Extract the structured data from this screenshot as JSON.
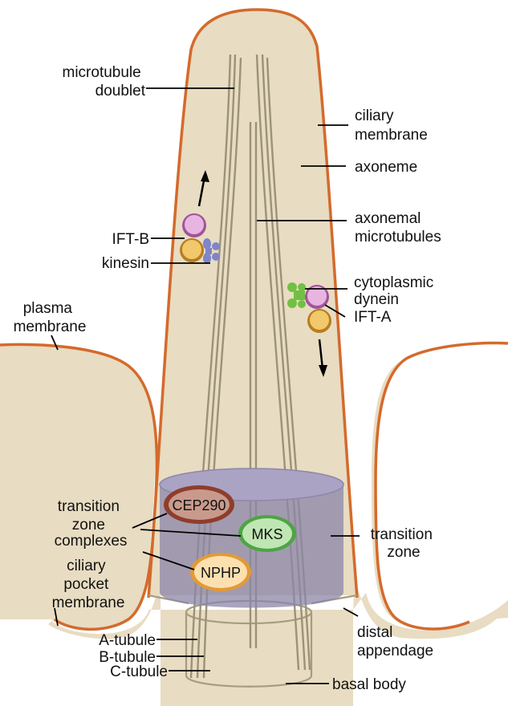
{
  "colors": {
    "cell_fill": "#e8dcc2",
    "membrane": "#d46a2c",
    "microtubule": "#9b9378",
    "transition_zone": "#8b85a8",
    "ift_b": "#d98fd1",
    "ift_a": "#d98fd1",
    "motor_core": "#e0a847",
    "kinesin": "#7f85c9",
    "dynein": "#72c043",
    "cep290": "#8f3d2c",
    "mks": "#8ed27c",
    "nphp": "#f6bf67"
  },
  "labels": {
    "microtubule_doublet": [
      "microtubule",
      "doublet"
    ],
    "ciliary_membrane": [
      "ciliary",
      "membrane"
    ],
    "axoneme": "axoneme",
    "axonemal_microtubules": [
      "axonemal",
      "microtubules"
    ],
    "ift_b": "IFT-B",
    "kinesin": "kinesin",
    "cytoplasmic_dynein": [
      "cytoplasmic",
      "dynein"
    ],
    "ift_a": "IFT-A",
    "plasma_membrane": [
      "plasma",
      "membrane"
    ],
    "transition_zone_complexes": [
      "transition",
      "zone",
      "complexes"
    ],
    "transition_zone": [
      "transition",
      "zone"
    ],
    "ciliary_pocket_membrane": [
      "ciliary",
      "pocket",
      "membrane"
    ],
    "distal_appendage": [
      "distal",
      "appendage"
    ],
    "a_tubule": "A-tubule",
    "b_tubule": "B-tubule",
    "c_tubule": "C-tubule",
    "basal_body": "basal body"
  },
  "complexes": {
    "cep290": "CEP290",
    "mks": "MKS",
    "nphp": "NPHP"
  }
}
